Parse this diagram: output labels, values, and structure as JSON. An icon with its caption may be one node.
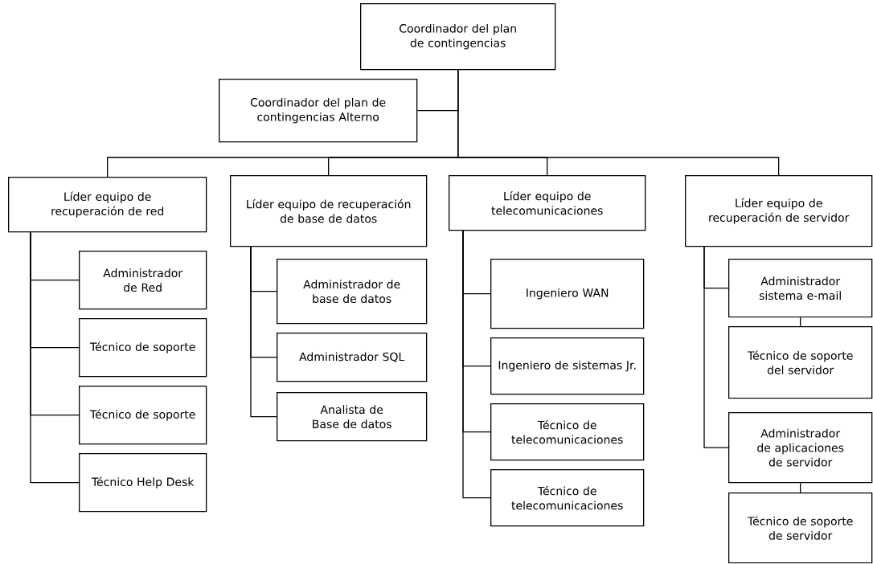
{
  "diagram": {
    "nodes": [
      {
        "text": [
          "Coordinador del plan de contingencias"
        ]
      },
      {
        "text": [
          "Coordinador del plan de contingencias Alterno"
        ]
      },
      {
        "text": [
          "Líder equipo de recuperación de red"
        ]
      },
      {
        "text": [
          "Administrador de Red"
        ]
      },
      {
        "text": [
          "Técnico de soporte"
        ]
      },
      {
        "text": [
          "Técnico de soporte"
        ]
      },
      {
        "text": [
          "Técnico Help Desk"
        ]
      },
      {
        "text": [
          "Líder equipo de recuperación de base de datos"
        ]
      },
      {
        "text": [
          "Administrador de base de datos"
        ]
      },
      {
        "text": [
          "Administrador SQL"
        ]
      },
      {
        "text": [
          "Analista de Base de datos"
        ]
      },
      {
        "text": [
          "Líder equipo de telecomunicaciones"
        ]
      },
      {
        "text": [
          "Ingeniero WAN"
        ]
      },
      {
        "text": [
          "Ingeniero de sistemas Jr."
        ]
      },
      {
        "text": [
          "Técnico de telecomunicaciones"
        ]
      },
      {
        "text": [
          "Técnico de telecomunicaciones"
        ]
      },
      {
        "text": [
          "Líder equipo de recuperación de servidor"
        ]
      },
      {
        "text": [
          "Administrador sistema e-mail"
        ]
      },
      {
        "text": [
          "Técnico de soporte del servidor"
        ]
      },
      {
        "text": [
          "Administrador de aplicaciones de servidor"
        ]
      },
      {
        "text": [
          "Técnico de soporte de servidor"
        ]
      }
    ],
    "edges": [
      {
        "from": 0,
        "to": 1,
        "arrow": "none"
      },
      {
        "from": 0,
        "to": 2,
        "arrow": "none"
      },
      {
        "from": 0,
        "to": 7,
        "arrow": "none"
      },
      {
        "from": 0,
        "to": 11,
        "arrow": "none"
      },
      {
        "from": 0,
        "to": 16,
        "arrow": "none"
      },
      {
        "from": 2,
        "to": 3,
        "arrow": "none"
      },
      {
        "from": 2,
        "to": 4,
        "arrow": "none"
      },
      {
        "from": 2,
        "to": 5,
        "arrow": "none"
      },
      {
        "from": 2,
        "to": 6,
        "arrow": "none"
      },
      {
        "from": 7,
        "to": 8,
        "arrow": "none"
      },
      {
        "from": 7,
        "to": 9,
        "arrow": "none"
      },
      {
        "from": 7,
        "to": 10,
        "arrow": "none"
      },
      {
        "from": 11,
        "to": 12,
        "arrow": "none"
      },
      {
        "from": 11,
        "to": 13,
        "arrow": "none"
      },
      {
        "from": 11,
        "to": 14,
        "arrow": "none"
      },
      {
        "from": 11,
        "to": 15,
        "arrow": "none"
      },
      {
        "from": 16,
        "to": 17,
        "arrow": "none"
      },
      {
        "from": 17,
        "to": 18,
        "arrow": "none"
      },
      {
        "from": 16,
        "to": 19,
        "arrow": "none"
      },
      {
        "from": 19,
        "to": 20,
        "arrow": "none"
      }
    ]
  }
}
